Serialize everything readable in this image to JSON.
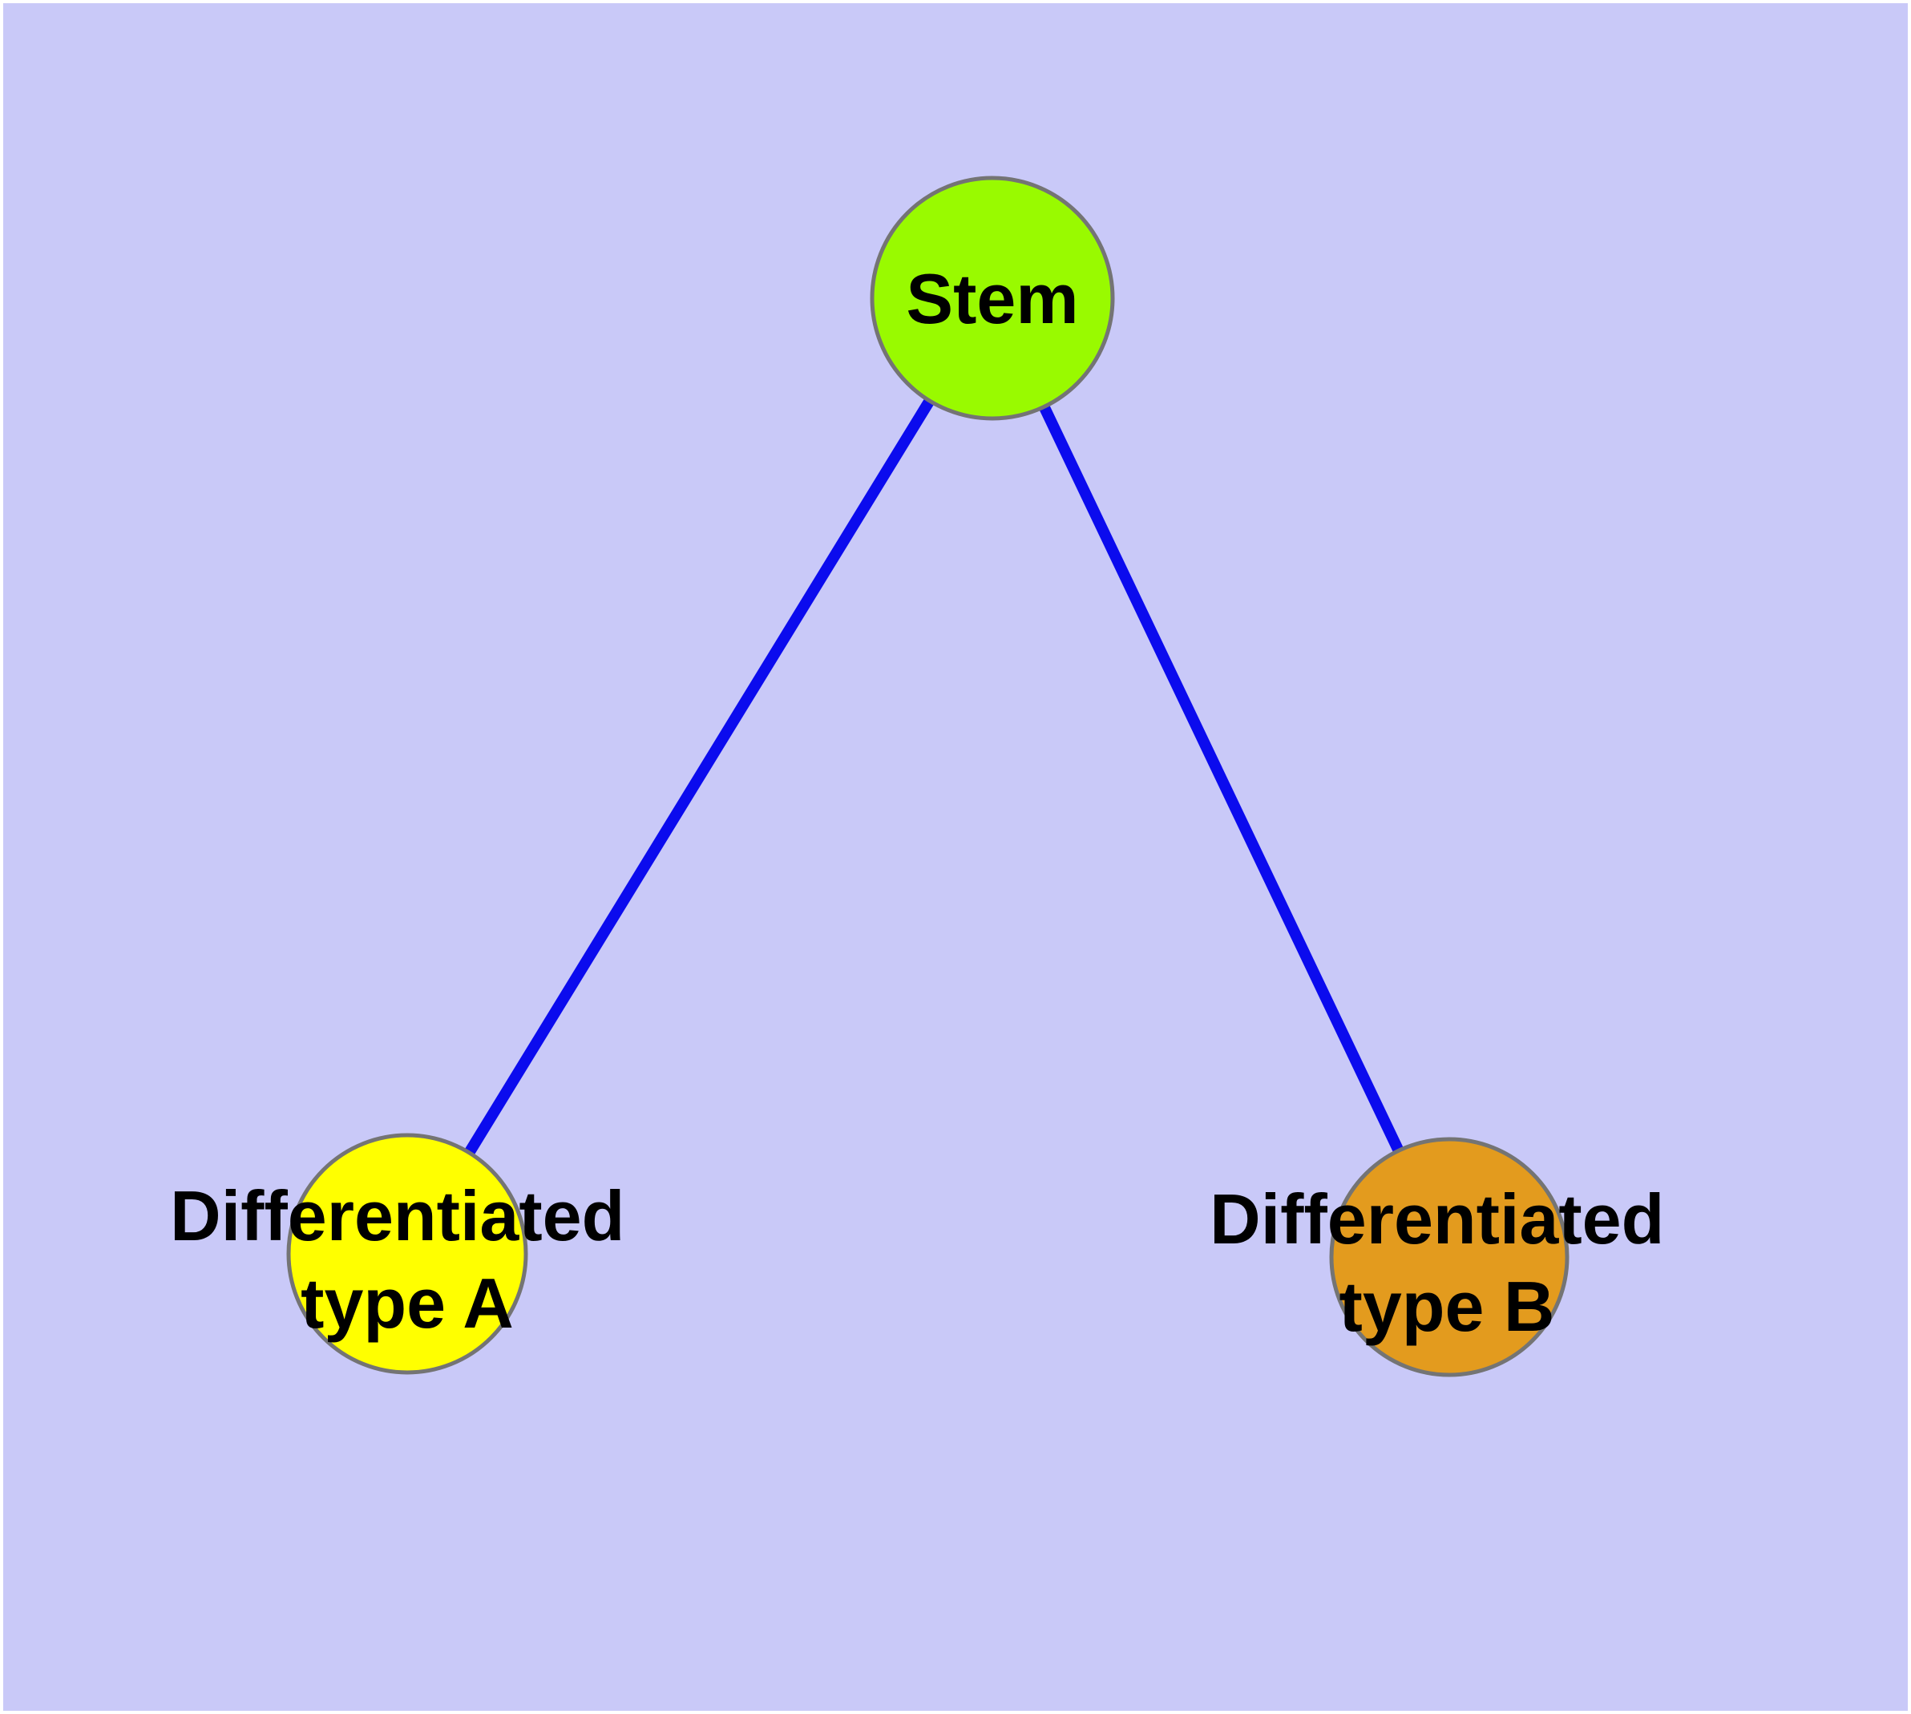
{
  "diagram": {
    "type": "graph",
    "description": "Cell differentiation hierarchy: a Stem node linked to two differentiated cell type nodes",
    "colors": {
      "background": "#c9c9f8",
      "page_margin": "#ffffff",
      "edge": "#0b0bee",
      "node_border": "#747474",
      "label_text": "#000000",
      "stem_fill": "#99fa00",
      "type_a_fill": "#ffff00",
      "type_b_fill": "#e39b1e"
    },
    "nodes": [
      {
        "id": "stem",
        "label": "Stem",
        "lines": [
          "Stem"
        ],
        "fill": "#99fa00"
      },
      {
        "id": "differentiated-type-a",
        "label": "Differentiated type A",
        "lines": [
          "Differentiated",
          "type A"
        ],
        "fill": "#ffff00"
      },
      {
        "id": "differentiated-type-b",
        "label": "Differentiated type B",
        "lines": [
          "Differentiated",
          "type B"
        ],
        "fill": "#e39b1e"
      }
    ],
    "edges": [
      {
        "from": "stem",
        "to": "differentiated-type-a"
      },
      {
        "from": "stem",
        "to": "differentiated-type-b"
      }
    ]
  }
}
